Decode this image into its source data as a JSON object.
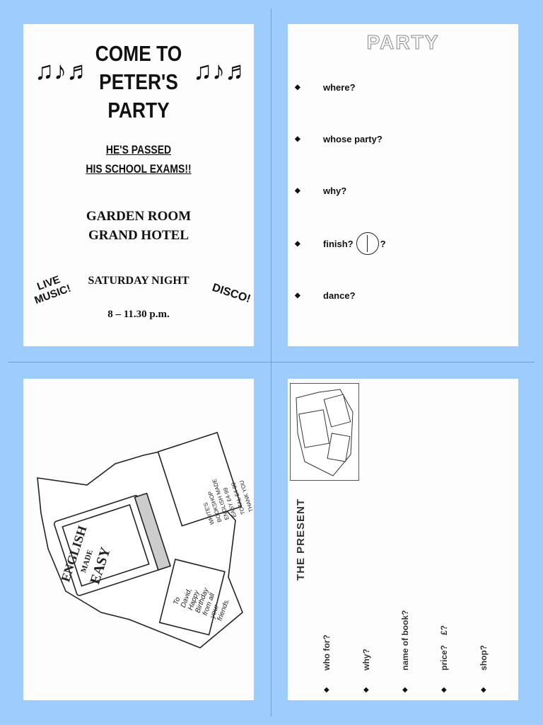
{
  "invitation": {
    "title_lines": [
      "COME TO",
      "PETER'S",
      "PARTY"
    ],
    "subtitle_lines": [
      "HE'S PASSED",
      "HIS SCHOOL EXAMS!!"
    ],
    "venue_lines": [
      "GARDEN ROOM",
      "GRAND HOTEL"
    ],
    "day": "SATURDAY NIGHT",
    "time": "8 – 11.30 p.m.",
    "live_music_lines": [
      "LIVE",
      "MUSIC!"
    ],
    "disco": "DISCO!",
    "notes_glyph": "♫♪♬"
  },
  "party_questions": {
    "title": "PARTY",
    "items": [
      "where?",
      "whose party?",
      "why?",
      "finish?",
      "dance?"
    ],
    "finish_suffix": "?",
    "clock_icon": "clock-icon"
  },
  "illustration": {
    "book_title": [
      "ENGLISH",
      "MADE",
      "EASY"
    ],
    "receipt_lines": [
      "WHITE'S",
      "BOOKSHOP",
      "ENGLISH MADE",
      "EASY  £4-99",
      "TOTAL £4-99",
      "THANK YOU"
    ],
    "card_lines": [
      "To",
      "David,",
      "Happy",
      "Birthday",
      "from all",
      "your",
      "friends."
    ]
  },
  "present_questions": {
    "title": "THE PRESENT",
    "items": [
      "who for?",
      "why?",
      "name of book?",
      "price?",
      "shop?"
    ],
    "price_suffix": "£?"
  },
  "colors": {
    "background": "#9fcdfb",
    "panel": "#fdfdfd",
    "ink": "#111111"
  }
}
